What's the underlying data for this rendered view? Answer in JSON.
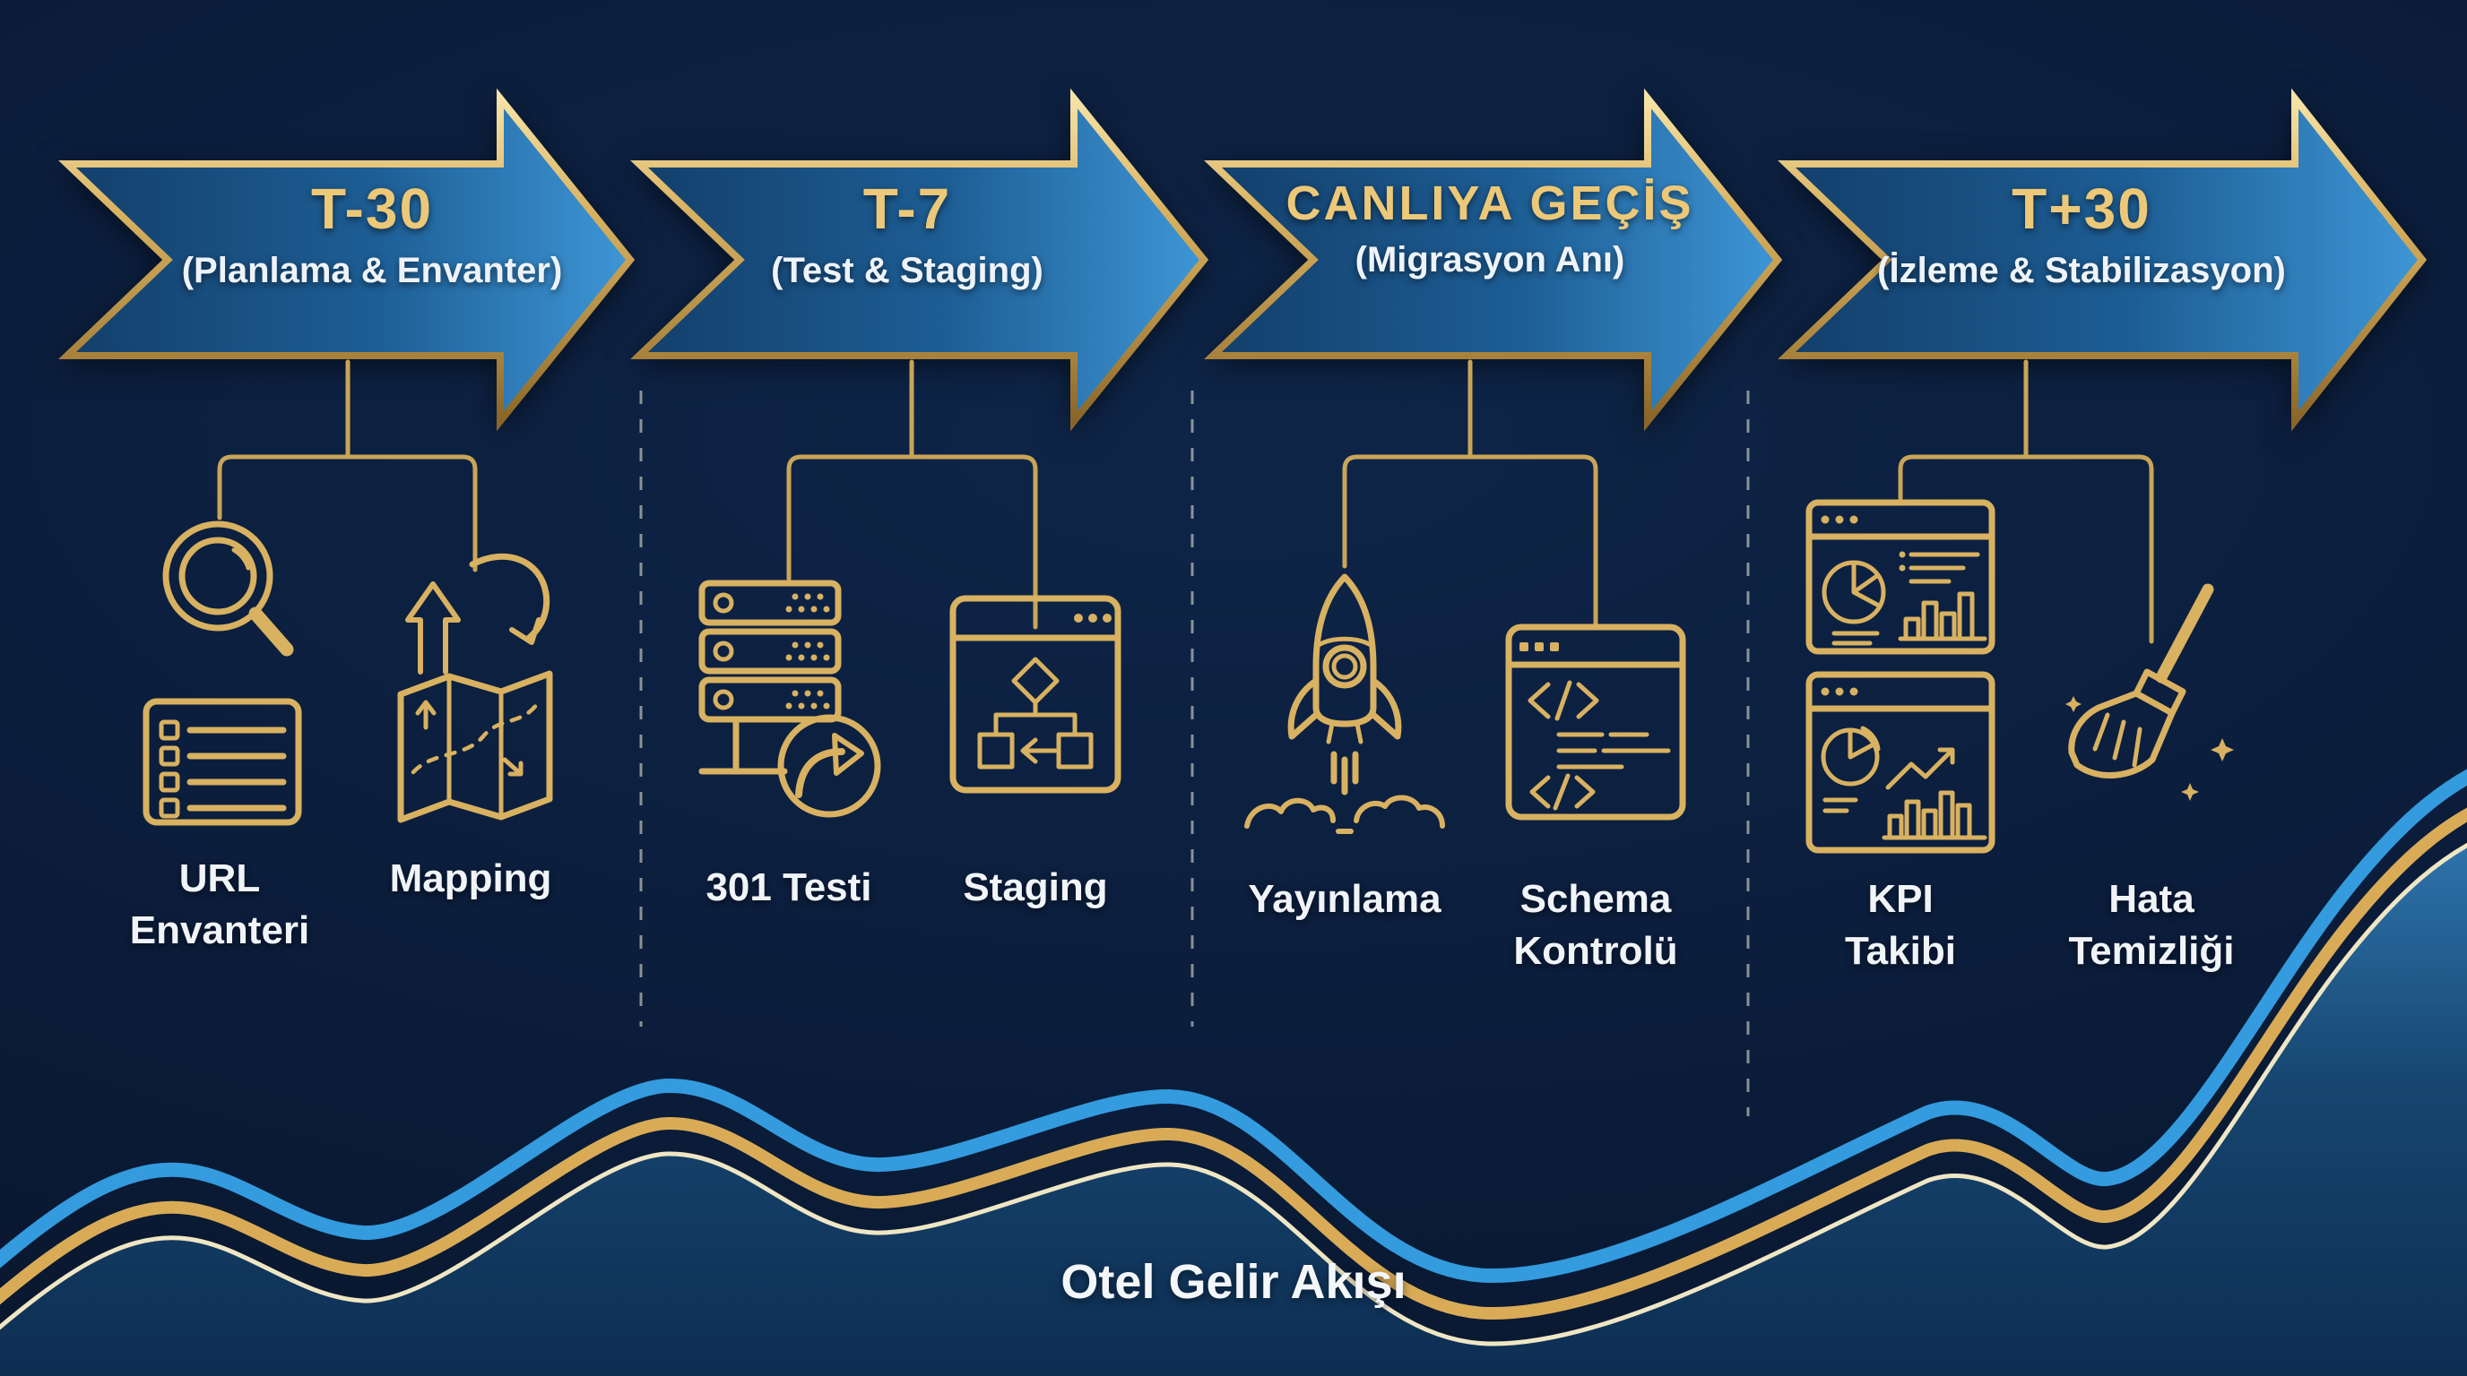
{
  "phases": [
    {
      "title": "T-30",
      "subtitle": "(Planlama & Envanter)",
      "items": [
        {
          "label": "URL\nEnvanteri",
          "icon": "magnifier-list-icon"
        },
        {
          "label": "Mapping",
          "icon": "folded-map-icon"
        }
      ]
    },
    {
      "title": "T-7",
      "subtitle": "(Test & Staging)",
      "items": [
        {
          "label": "301 Testi",
          "icon": "server-redirect-icon"
        },
        {
          "label": "Staging",
          "icon": "browser-flowchart-icon"
        }
      ]
    },
    {
      "title": "CANLIYA GEÇİŞ",
      "subtitle": "(Migrasyon Anı)",
      "items": [
        {
          "label": "Yayınlama",
          "icon": "rocket-launch-icon"
        },
        {
          "label": "Schema\nKontrolü",
          "icon": "code-window-icon"
        }
      ]
    },
    {
      "title": "T+30",
      "subtitle": "(İzleme & Stabilizasyon)",
      "items": [
        {
          "label": "KPI\nTakibi",
          "icon": "dashboard-charts-icon"
        },
        {
          "label": "Hata\nTemizliği",
          "icon": "broom-icon"
        }
      ]
    }
  ],
  "footer": {
    "label": "Otel Gelir Akışı"
  },
  "colors": {
    "background": "#0b1d3b",
    "arrow_fill_dark": "#133f6b",
    "arrow_fill_light": "#3e96d6",
    "gold_border": "#d9b261",
    "title_gold": "#ecc878",
    "text_white": "#f0f4f8",
    "wave_blue": "#339bde",
    "wave_gold": "#d9ab57",
    "wave_cream": "#efe6c4"
  }
}
